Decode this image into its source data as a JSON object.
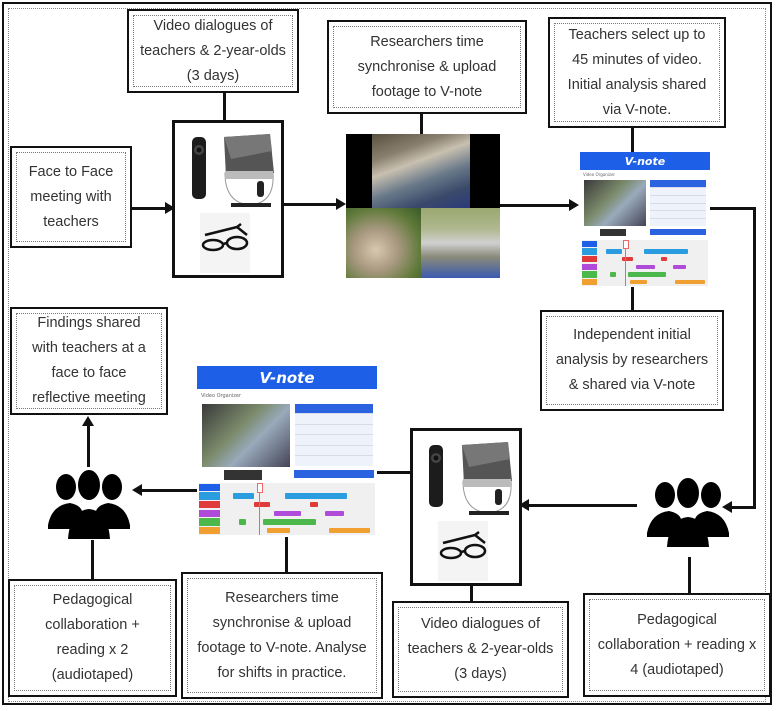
{
  "diagram": {
    "boxes": {
      "video_dialogues_top": "Video dialogues of\nteachers & 2-year-olds\n(3 days)",
      "researchers_sync_top": "Researchers time\nsynchronise & upload\nfootage to V-note",
      "teachers_select": "Teachers select up to\n45 minutes of video.\nInitial analysis shared\nvia V-note.",
      "face_to_face": "Face to Face\nmeeting with\nteachers",
      "independent_analysis": "Independent initial\nanalysis by researchers\n& shared via V-note",
      "findings_shared": "Findings shared\nwith teachers at a\nface to face\nreflective meeting",
      "pedagogical_2": "Pedagogical\ncollaboration +\nreading x 2\n(audiotaped)",
      "researchers_sync_bottom": "Researchers time\nsynchronise & upload\nfootage to V-note. Analyse\nfor shifts in practice.",
      "video_dialogues_bottom": "Video dialogues of\nteachers & 2-year-olds\n(3 days)",
      "pedagogical_4": "Pedagogical\ncollaboration + reading x\n4 (audiotaped)"
    },
    "images": {
      "devices": [
        "360-camera-icon",
        "robot-camera-icon",
        "smart-glasses-icon"
      ],
      "footage": "classroom-footage-collage",
      "vnote_app": {
        "logo": "V-note",
        "section": "Video Organizer",
        "track_colors": [
          "#1d5fe6",
          "#2a9de0",
          "#e03a3a",
          "#b04ad8",
          "#4cb84c",
          "#f0a030"
        ]
      },
      "group_icon": "people-group-icon"
    },
    "colors": {
      "line": "#111111",
      "vnote_blue": "#1d5fe6"
    }
  }
}
